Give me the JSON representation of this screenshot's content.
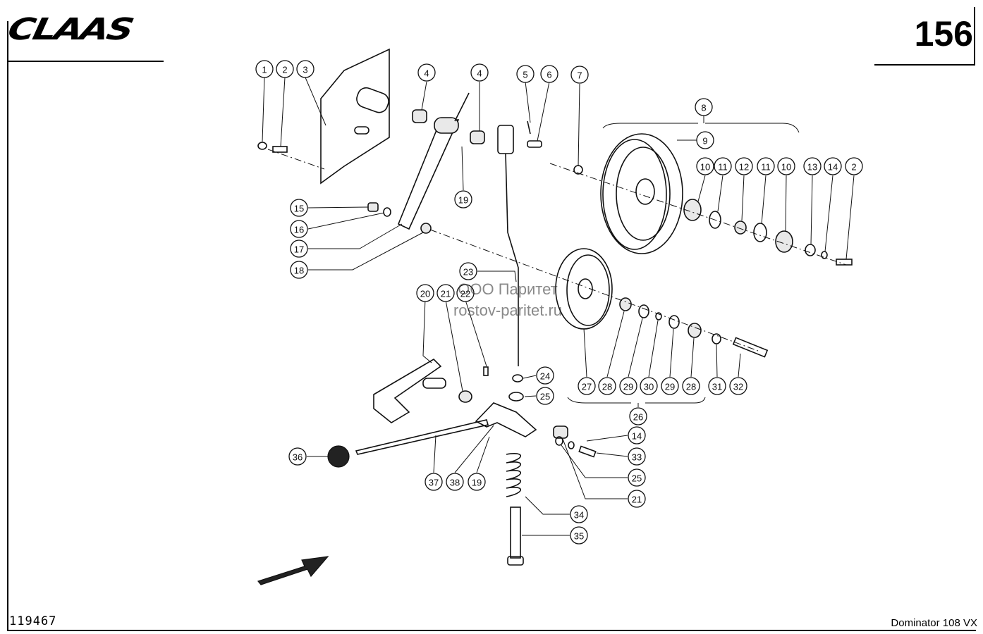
{
  "header": {
    "brand": "CLAAS",
    "page_number": "156"
  },
  "footer": {
    "drawing_number": "119467",
    "model": "Dominator 108 VX"
  },
  "watermark": {
    "line1": "ООО Паритет",
    "line2": "rostov-paritet.ru"
  },
  "callouts": [
    {
      "label": "1"
    },
    {
      "label": "2"
    },
    {
      "label": "3"
    },
    {
      "label": "4"
    },
    {
      "label": "4"
    },
    {
      "label": "5"
    },
    {
      "label": "6"
    },
    {
      "label": "7"
    },
    {
      "label": "8"
    },
    {
      "label": "9"
    },
    {
      "label": "10"
    },
    {
      "label": "11"
    },
    {
      "label": "12"
    },
    {
      "label": "11"
    },
    {
      "label": "10"
    },
    {
      "label": "13"
    },
    {
      "label": "14"
    },
    {
      "label": "2"
    },
    {
      "label": "15"
    },
    {
      "label": "16"
    },
    {
      "label": "17"
    },
    {
      "label": "18"
    },
    {
      "label": "19"
    },
    {
      "label": "23"
    },
    {
      "label": "20"
    },
    {
      "label": "21"
    },
    {
      "label": "22"
    },
    {
      "label": "24"
    },
    {
      "label": "25"
    },
    {
      "label": "27"
    },
    {
      "label": "28"
    },
    {
      "label": "29"
    },
    {
      "label": "30"
    },
    {
      "label": "29"
    },
    {
      "label": "28"
    },
    {
      "label": "31"
    },
    {
      "label": "32"
    },
    {
      "label": "26"
    },
    {
      "label": "36"
    },
    {
      "label": "37"
    },
    {
      "label": "38"
    },
    {
      "label": "19"
    },
    {
      "label": "14"
    },
    {
      "label": "33"
    },
    {
      "label": "25"
    },
    {
      "label": "21"
    },
    {
      "label": "34"
    },
    {
      "label": "35"
    }
  ]
}
